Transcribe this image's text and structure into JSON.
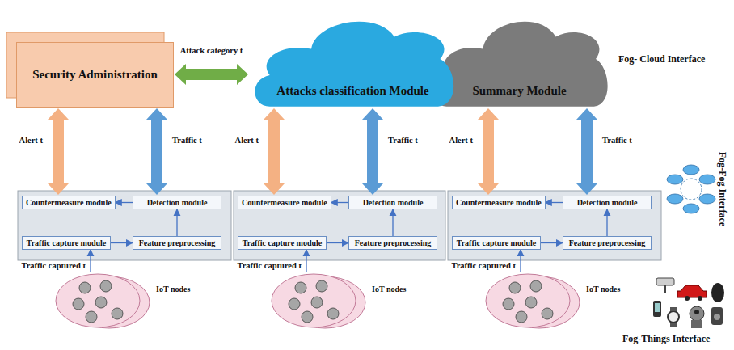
{
  "diagram": {
    "nodes": [
      {
        "text": [
          "Security Administration"
        ]
      },
      {
        "text": [
          "Attacks classification Module"
        ]
      },
      {
        "text": [
          "Summary Module"
        ]
      },
      {
        "text": [
          "Countermeasure module"
        ]
      },
      {
        "text": [
          "Detection module"
        ]
      },
      {
        "text": [
          "Traffic capture module"
        ]
      },
      {
        "text": [
          "Feature preprocessing"
        ]
      },
      {
        "text": [
          "IoT nodes"
        ]
      },
      {
        "text": [
          "Countermeasure module"
        ]
      },
      {
        "text": [
          "Detection module"
        ]
      },
      {
        "text": [
          "Traffic capture module"
        ]
      },
      {
        "text": [
          "Feature preprocessing"
        ]
      },
      {
        "text": [
          "IoT nodes"
        ]
      },
      {
        "text": [
          "Countermeasure module"
        ]
      },
      {
        "text": [
          "Detection module"
        ]
      },
      {
        "text": [
          "Traffic capture module"
        ]
      },
      {
        "text": [
          "Feature preprocessing"
        ]
      },
      {
        "text": [
          "IoT nodes"
        ]
      }
    ],
    "edges": [
      {
        "from": 0,
        "to": 1,
        "label": "Attack category t",
        "arrow": "both"
      },
      {
        "from": 3,
        "to": 0,
        "label": "Alert t",
        "arrow": "both"
      },
      {
        "from": 4,
        "to": 0,
        "label": "Traffic t",
        "arrow": "both"
      },
      {
        "from": 5,
        "to": 6,
        "arrow": "to"
      },
      {
        "from": 6,
        "to": 4,
        "arrow": "to"
      },
      {
        "from": 4,
        "to": 3,
        "arrow": "to"
      },
      {
        "from": 7,
        "to": 5,
        "label": "Traffic captured t",
        "arrow": "to"
      },
      {
        "from": 8,
        "to": 1,
        "label": "Alert t",
        "arrow": "both"
      },
      {
        "from": 9,
        "to": 1,
        "label": "Traffic t",
        "arrow": "both"
      },
      {
        "from": 10,
        "to": 11,
        "arrow": "to"
      },
      {
        "from": 11,
        "to": 9,
        "arrow": "to"
      },
      {
        "from": 9,
        "to": 8,
        "arrow": "to"
      },
      {
        "from": 12,
        "to": 10,
        "label": "Traffic captured t",
        "arrow": "to"
      },
      {
        "from": 13,
        "to": 2,
        "label": "Alert t",
        "arrow": "both"
      },
      {
        "from": 14,
        "to": 2,
        "label": "Traffic t",
        "arrow": "both"
      },
      {
        "from": 15,
        "to": 16,
        "arrow": "to"
      },
      {
        "from": 16,
        "to": 14,
        "arrow": "to"
      },
      {
        "from": 14,
        "to": 13,
        "arrow": "to"
      },
      {
        "from": 17,
        "to": 15,
        "label": "Traffic captured t",
        "arrow": "to"
      }
    ],
    "labels": [
      "Fog- Cloud Interface",
      "Fog-Fog Interface",
      "Fog-Things Interface"
    ]
  }
}
